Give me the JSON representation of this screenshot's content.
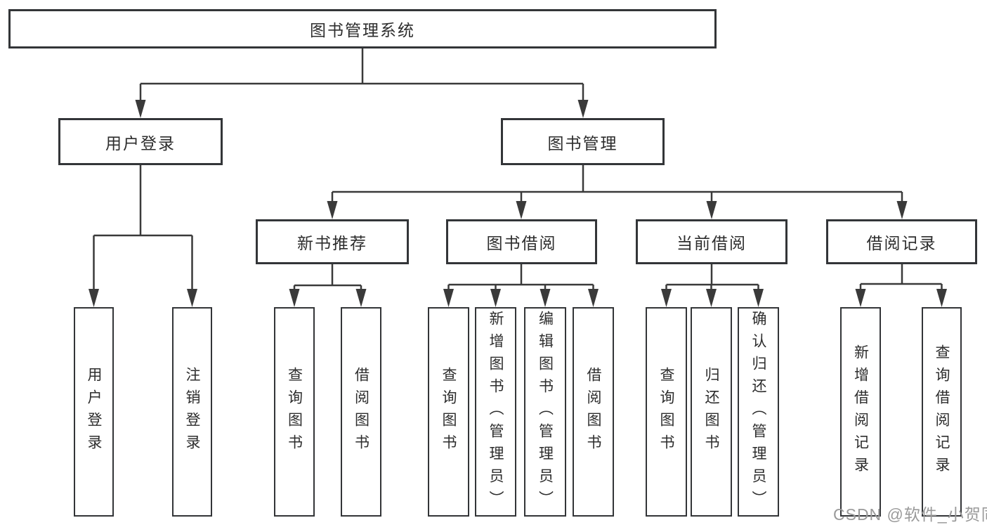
{
  "diagram_title": "图书管理系统",
  "colors": {
    "box_border": "#333538",
    "box_fill": "#ffffff",
    "connector_line": "#3a3a3a",
    "text": "#2d2d2d",
    "watermark": "#9a9a9a",
    "background": "#ffffff"
  },
  "tree": {
    "root": {
      "label": "图书管理系统",
      "children": [
        {
          "label": "用户登录",
          "children": [
            {
              "label": "用户登录"
            },
            {
              "label": "注销登录"
            }
          ]
        },
        {
          "label": "图书管理",
          "children": [
            {
              "label": "新书推荐",
              "children": [
                {
                  "label": "查询图书"
                },
                {
                  "label": "借阅图书"
                }
              ]
            },
            {
              "label": "图书借阅",
              "children": [
                {
                  "label": "查询图书"
                },
                {
                  "label": "新增图书（管理员）"
                },
                {
                  "label": "编辑图书（管理员）"
                },
                {
                  "label": "借阅图书"
                }
              ]
            },
            {
              "label": "当前借阅",
              "children": [
                {
                  "label": "查询图书"
                },
                {
                  "label": "归还图书"
                },
                {
                  "label": "确认归还（管理员）"
                }
              ]
            },
            {
              "label": "借阅记录",
              "children": [
                {
                  "label": "新增借阅记录"
                },
                {
                  "label": "查询借阅记录"
                }
              ]
            }
          ]
        }
      ]
    }
  },
  "watermark": {
    "text": "CSDN @软件_小贺同学"
  }
}
